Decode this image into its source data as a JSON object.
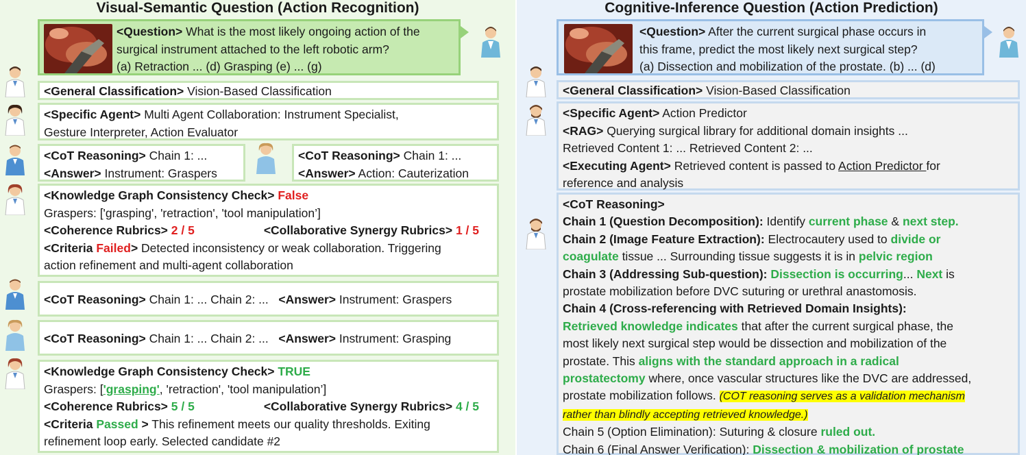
{
  "left": {
    "title": "Visual-Semantic Question (Action Recognition)",
    "question": {
      "tag": "<Question>",
      "line1": " What is the most likely ongoing action of the",
      "line2": "surgical instrument attached to the left robotic arm?",
      "line3": "(a) Retraction ... (d) Grasping (e) ... (g)"
    },
    "general": {
      "tag": "<General Classification>",
      "text": " Vision-Based Classification"
    },
    "specific": {
      "tag": "<Specific Agent>",
      "line1": " Multi Agent Collaboration: Instrument Specialist,",
      "line2": "Gesture Interpreter, Action Evaluator"
    },
    "cot_a": {
      "tag": "<CoT Reasoning>",
      "text": " Chain 1: ...",
      "ans_tag": "<Answer>",
      "ans": " Instrument: Graspers"
    },
    "cot_b": {
      "tag": "<CoT Reasoning>",
      "text": " Chain 1: ...",
      "ans_tag": "<Answer>",
      "ans": " Action: Cauterization"
    },
    "kg1": {
      "tag": "<Knowledge Graph Consistency Check>",
      "result": " False",
      "graspers": "Graspers: ['grasping', 'retraction', 'tool manipulation’]",
      "coh_tag": "<Coherence Rubrics>",
      "coh_val": " 2 / 5",
      "syn_tag": "<Collaborative Synergy Rubrics>",
      "syn_val": " 1 / 5",
      "crit_open": "<Criteria ",
      "crit_word": "Failed",
      "crit_close": ">",
      "crit_text1": " Detected inconsistency or weak collaboration. Triggering",
      "crit_text2": "action refinement and multi-agent collaboration"
    },
    "cot_c": {
      "tag": "<CoT Reasoning>",
      "text": " Chain 1: ... Chain 2: ...",
      "ans_tag": "<Answer>",
      "ans": " Instrument: Graspers"
    },
    "cot_d": {
      "tag": "<CoT Reasoning>",
      "text": " Chain 1: ... Chain 2: ...",
      "ans_tag": "<Answer>",
      "ans": " Instrument: Grasping"
    },
    "kg2": {
      "tag": "<Knowledge Graph Consistency Check>",
      "result": " TRUE",
      "graspers_pre": "Graspers: [",
      "graspers_hl": "'grasping'",
      "graspers_post": ", 'retraction', 'tool manipulation’]",
      "coh_tag": "<Coherence Rubrics>",
      "coh_val": " 5 / 5",
      "syn_tag": "<Collaborative Synergy Rubrics>",
      "syn_val": " 4 / 5",
      "crit_open": "<Criteria ",
      "crit_word": "Passed",
      "crit_close": " >",
      "crit_text1": " This refinement meets our quality thresholds. Exiting",
      "crit_text2": "refinement loop early. Selected candidate #2"
    }
  },
  "right": {
    "title": "Cognitive-Inference Question (Action Prediction)",
    "question": {
      "tag": "<Question>",
      "line1": " After the current surgical phase occurs in",
      "line2": "this frame, predict the most likely next surgical step?",
      "line3": "(a) Dissection and mobilization of the prostate. (b) ... (d)"
    },
    "general": {
      "tag": "<General Classification>",
      "text": " Vision-Based Classification"
    },
    "agent": {
      "tag": "<Specific Agent>",
      "text": " Action Predictor",
      "rag_tag": "<RAG>",
      "rag_text": " Querying surgical library for additional domain insights ...",
      "retrieved": "Retrieved Content 1: ... Retrieved Content 2: ...",
      "exec_tag": "<Executing Agent>",
      "exec_text": " Retrieved content is passed to ",
      "exec_link": "Action Predictor ",
      "exec_tail": "for",
      "exec_line2": "reference and analysis"
    },
    "cot": {
      "tag": "<CoT Reasoning>",
      "c1_label": "Chain 1 (Question Decomposition):",
      "c1_text": " Identify ",
      "c1_g1": "current phase",
      "c1_amp": " & ",
      "c1_g2": "next step.",
      "c2_label": "Chain 2 (Image Feature Extraction):",
      "c2_text": " Electrocautery used to ",
      "c2_g1": "divide or",
      "c2_g1b": "coagulate",
      "c2_text2": " tissue ... Surrounding tissue suggests it is in ",
      "c2_g2": "pelvic region",
      "c3_label": "Chain 3 (Addressing Sub-question):",
      "c3_g1": " Dissection is occurring",
      "c3_text": "... ",
      "c3_g2": "Next",
      "c3_text2": " is",
      "c3_line2": "prostate mobilization before DVC suturing or urethral anastomosis.",
      "c4_label": "Chain 4 (Cross-referencing with Retrieved Domain Insights):",
      "c4_g1": "Retrieved knowledge indicates",
      "c4_t1": " that after the current surgical phase, the",
      "c4_l2": "most likely next surgical step would be dissection and mobilization of the",
      "c4_l3a": "prostate. This ",
      "c4_g2": "aligns with the standard approach in a radical",
      "c4_g2b": "prostatectomy",
      "c4_t4": " where, once vascular structures like the DVC are addressed,",
      "c4_l5": "prostate mobilization follows. ",
      "c4_note1": "(COT reasoning serves as a validation mechanism",
      "c4_note2": "rather than blindly accepting retrieved knowledge.)",
      "c5_text": "Chain 5 (Option Elimination): Suturing & closure ",
      "c5_g": "ruled out.",
      "c6_text": "Chain 6 (Final Answer Verification): ",
      "c6_g": "Dissection & mobilization of prostate"
    }
  },
  "colors": {
    "left_bg": "#eef8e8",
    "right_bg": "#e9f1fa",
    "fail": "#e02020",
    "pass": "#2eac4a",
    "highlight": "#ffff00"
  }
}
